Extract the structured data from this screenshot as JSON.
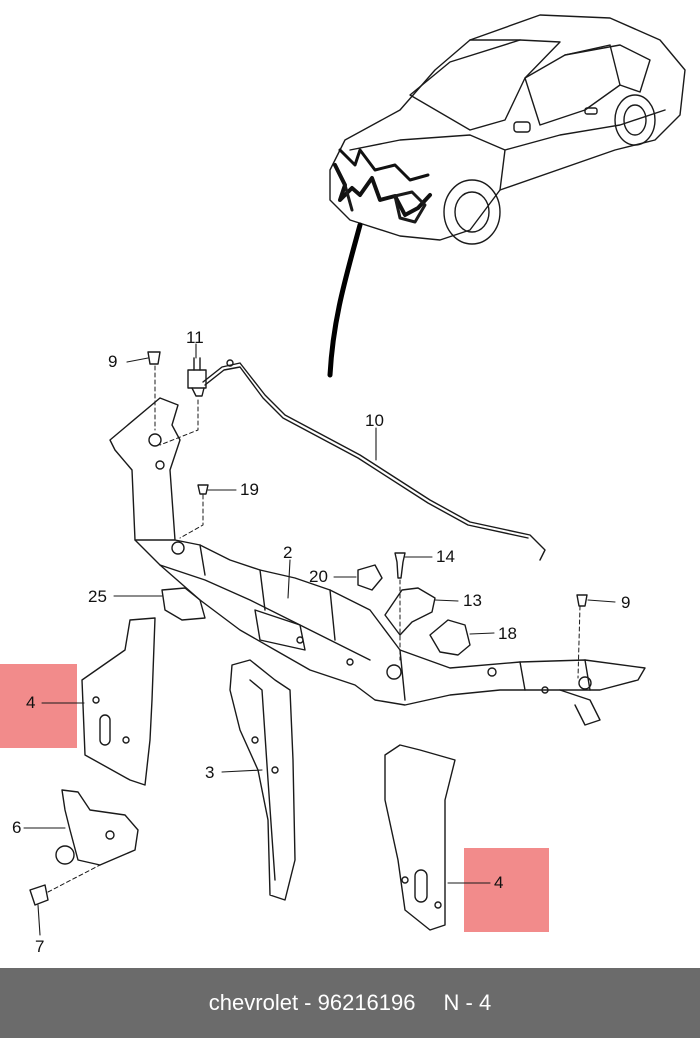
{
  "callouts": {
    "c9a": "9",
    "c11": "11",
    "c10": "10",
    "c19": "19",
    "c2": "2",
    "c20": "20",
    "c14": "14",
    "c13": "13",
    "c9b": "9",
    "c18": "18",
    "c25": "25",
    "c4a": "4",
    "c3": "3",
    "c6": "6",
    "c7": "7",
    "c4b": "4"
  },
  "highlight_color": "#f28b8b",
  "footer": {
    "part_text": "chevrolet - 96216196",
    "ref_text": "N - 4",
    "background": "#6b6b6b"
  }
}
